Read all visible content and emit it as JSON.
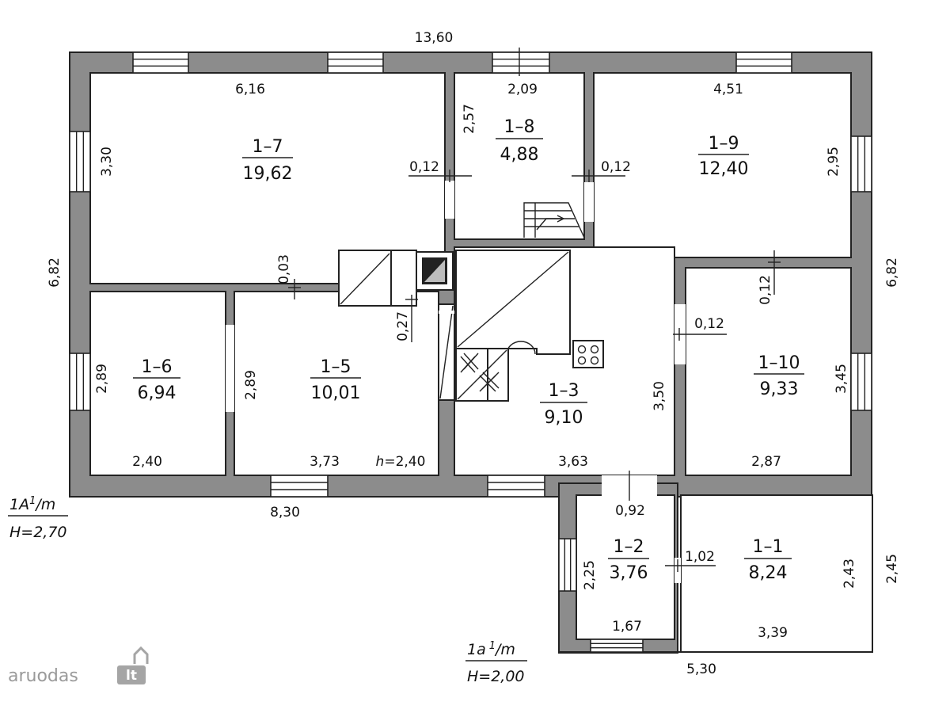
{
  "overall": {
    "width_top": "13,60",
    "height_left": "6,82",
    "height_right": "6,82",
    "width_bottom_left": "8,30",
    "width_annex": "5,30",
    "annex_height": "2,45"
  },
  "rooms": [
    {
      "key": "r17",
      "id": "1–7",
      "area": "19,62",
      "width": "6,16",
      "height": "3,30"
    },
    {
      "key": "r18",
      "id": "1–8",
      "area": "4,88",
      "width": "2,09",
      "height": "2,57"
    },
    {
      "key": "r19",
      "id": "1–9",
      "area": "12,40",
      "width": "4,51",
      "height": "2,95"
    },
    {
      "key": "r16",
      "id": "1–6",
      "area": "6,94",
      "width": "2,40",
      "height": "2,89"
    },
    {
      "key": "r15",
      "id": "1–5",
      "area": "10,01",
      "width": "3,73",
      "height": "2,89"
    },
    {
      "key": "r13",
      "id": "1–3",
      "area": "9,10",
      "width": "3,63",
      "height": "3,50"
    },
    {
      "key": "r110",
      "id": "1–10",
      "area": "9,33",
      "width": "2,87",
      "height": "3,45"
    },
    {
      "key": "r12",
      "id": "1–2",
      "area": "3,76",
      "width": "1,67",
      "height": "2,25"
    },
    {
      "key": "r11",
      "id": "1–1",
      "area": "8,24",
      "width": "3,39",
      "height": "2,43"
    }
  ],
  "partitions": {
    "p1": "0,12",
    "p2": "0,12",
    "p3": "0,03",
    "p4": "0,27",
    "p5": "0,12",
    "p6": "0,12",
    "door_12": "0,92",
    "door_11": "1,02"
  },
  "ceiling_note": "h=2,40",
  "labels": {
    "main_top": "1A",
    "main_sup": "1",
    "main_rest": "/m",
    "main_height": "H=2,70",
    "annex_top": "1a",
    "annex_sup": "1",
    "annex_rest": "/m",
    "annex_height": "H=2,00"
  },
  "watermark": {
    "text": "aruodas",
    "badge": "lt"
  },
  "colors": {
    "wall": "#8c8c8c",
    "line": "#222222"
  }
}
